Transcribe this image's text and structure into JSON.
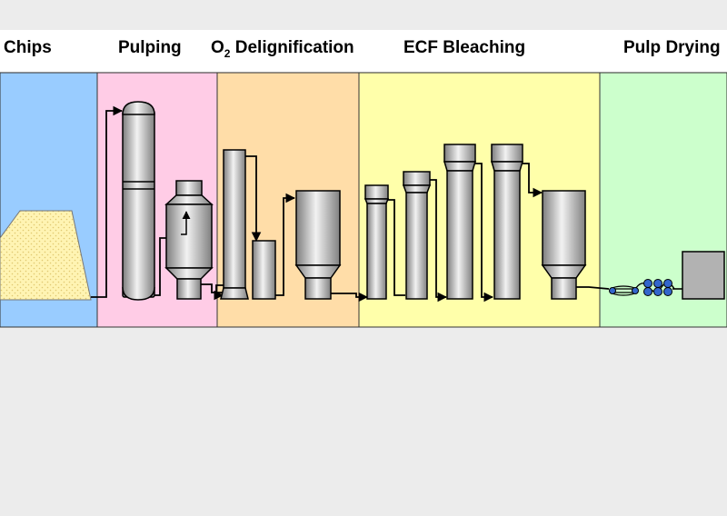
{
  "stages": {
    "chips": "Chips",
    "pulping": "Pulping",
    "o2_prefix": "O",
    "o2_subscript": "2",
    "o2_suffix": " Delignification",
    "ecf": "ECF Bleaching",
    "drying": "Pulp Drying"
  },
  "colors": {
    "chips": "#99ccff",
    "pulping": "#ffcce6",
    "o2": "#ffdda8",
    "ecf": "#ffffaa",
    "drying": "#ccffcc",
    "equipment": "#b2b2b2",
    "chip_pile": "#fff4b3",
    "roll": "#3366cc"
  }
}
